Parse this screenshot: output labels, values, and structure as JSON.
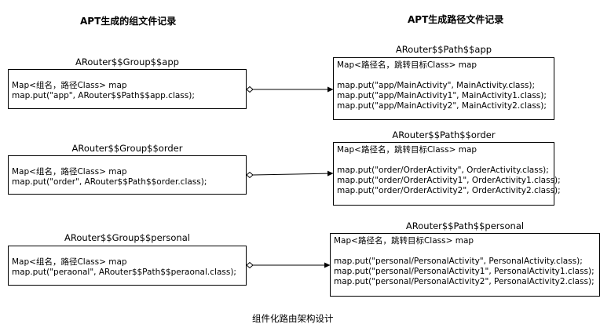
{
  "headings": {
    "left": "APT生成的组文件记录",
    "right": "APT生成路径文件记录"
  },
  "groups": [
    {
      "title": "ARouter$$Group$$app",
      "lines": [
        "Map<组名，路径Class> map",
        "map.put(\"app\", ARouter$$Path$$app.class);"
      ]
    },
    {
      "title": "ARouter$$Group$$order",
      "lines": [
        "Map<组名，路径Class> map",
        "map.put(\"order\", ARouter$$Path$$order.class);"
      ]
    },
    {
      "title": "ARouter$$Group$$personal",
      "lines": [
        "Map<组名，路径Class> map",
        "map.put(\"peraonal\", ARouter$$Path$$peraonal.class);"
      ]
    }
  ],
  "paths": [
    {
      "title": "ARouter$$Path$$app",
      "header": "Map<路径名，跳转目标Class> map",
      "lines": [
        "map.put(\"app/MainActivity\", MainActivity.class);",
        "map.put(\"app/MainActivity1\", MainActivity1.class);",
        "map.put(\"app/MainActivity2\", MainActivity2.class);"
      ]
    },
    {
      "title": "ARouter$$Path$$order",
      "header": "Map<路径名，跳转目标Class> map",
      "lines": [
        "map.put(\"order/OrderActivity\", OrderActivity.class);",
        "map.put(\"order/OrderActivity1\", OrderActivity1.class);",
        "map.put(\"order/OrderActivity2\", OrderActivity2.class);"
      ]
    },
    {
      "title": "ARouter$$Path$$personal",
      "header": "Map<路径名，跳转目标Class> map",
      "lines": [
        "map.put(\"personal/PersonalActivity\", PersonalActivity.class);",
        "map.put(\"personal/PersonalActivity1\", PersonalActivity1.class);",
        "map.put(\"personal/PersonalActivity2\", PersonalActivity2.class);"
      ]
    }
  ],
  "caption": "组件化路由架构设计"
}
